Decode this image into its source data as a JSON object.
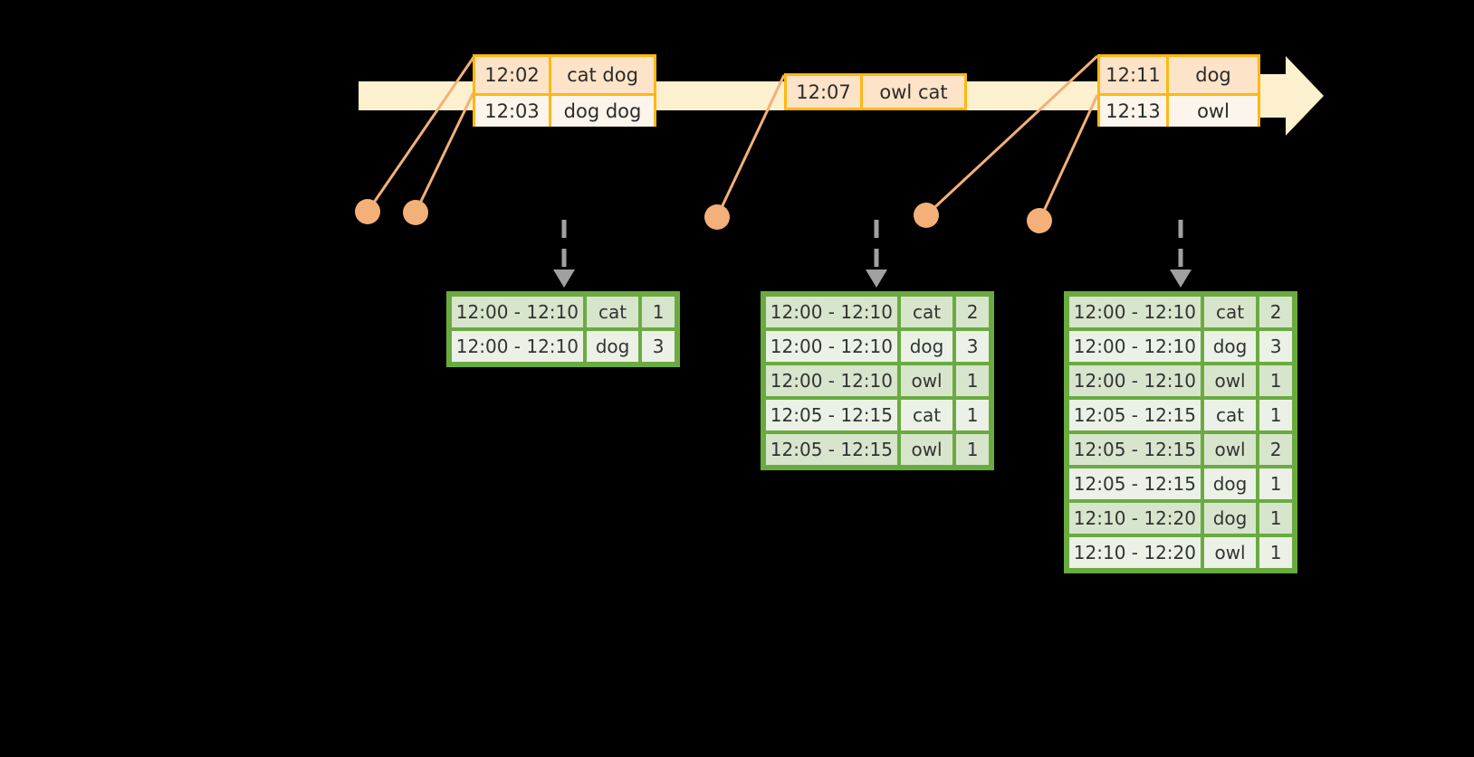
{
  "diagram": {
    "title": "windowed-stream-aggregation",
    "colors": {
      "timeline_fill": "#fdf0cf",
      "event_border": "#fcb813",
      "event_fill_shaded": "#fde3c8",
      "event_fill_plain": "#fdf5ec",
      "connector": "#f3b078",
      "table_border": "#6aab40",
      "table_row_a": "#d8e5cd",
      "table_row_b": "#ecf1e7",
      "dashed_arrow": "#a0a0a0",
      "background": "#000000"
    }
  },
  "timeline": {
    "name": "event-stream-timeline",
    "event_groups": [
      {
        "name": "event-box-1",
        "rows": [
          {
            "time": "12:02",
            "words": "cat dog"
          },
          {
            "time": "12:03",
            "words": "dog dog"
          }
        ]
      },
      {
        "name": "event-box-2",
        "rows": [
          {
            "time": "12:07",
            "words": "owl cat"
          }
        ]
      },
      {
        "name": "event-box-3",
        "rows": [
          {
            "time": "12:11",
            "words": "dog"
          },
          {
            "time": "12:13",
            "words": "owl"
          }
        ]
      }
    ]
  },
  "result_tables": [
    {
      "name": "result-table-1",
      "rows": [
        {
          "window": "12:00 - 12:10",
          "word": "cat",
          "count": "1"
        },
        {
          "window": "12:00 - 12:10",
          "word": "dog",
          "count": "3"
        }
      ]
    },
    {
      "name": "result-table-2",
      "rows": [
        {
          "window": "12:00 - 12:10",
          "word": "cat",
          "count": "2"
        },
        {
          "window": "12:00 - 12:10",
          "word": "dog",
          "count": "3"
        },
        {
          "window": "12:00 - 12:10",
          "word": "owl",
          "count": "1"
        },
        {
          "window": "12:05 - 12:15",
          "word": "cat",
          "count": "1"
        },
        {
          "window": "12:05 - 12:15",
          "word": "owl",
          "count": "1"
        }
      ]
    },
    {
      "name": "result-table-3",
      "rows": [
        {
          "window": "12:00 - 12:10",
          "word": "cat",
          "count": "2"
        },
        {
          "window": "12:00 - 12:10",
          "word": "dog",
          "count": "3"
        },
        {
          "window": "12:00 - 12:10",
          "word": "owl",
          "count": "1"
        },
        {
          "window": "12:05 - 12:15",
          "word": "cat",
          "count": "1"
        },
        {
          "window": "12:05 - 12:15",
          "word": "owl",
          "count": "2"
        },
        {
          "window": "12:05 - 12:15",
          "word": "dog",
          "count": "1"
        },
        {
          "window": "12:10 - 12:20",
          "word": "dog",
          "count": "1"
        },
        {
          "window": "12:10 - 12:20",
          "word": "owl",
          "count": "1"
        }
      ]
    }
  ]
}
